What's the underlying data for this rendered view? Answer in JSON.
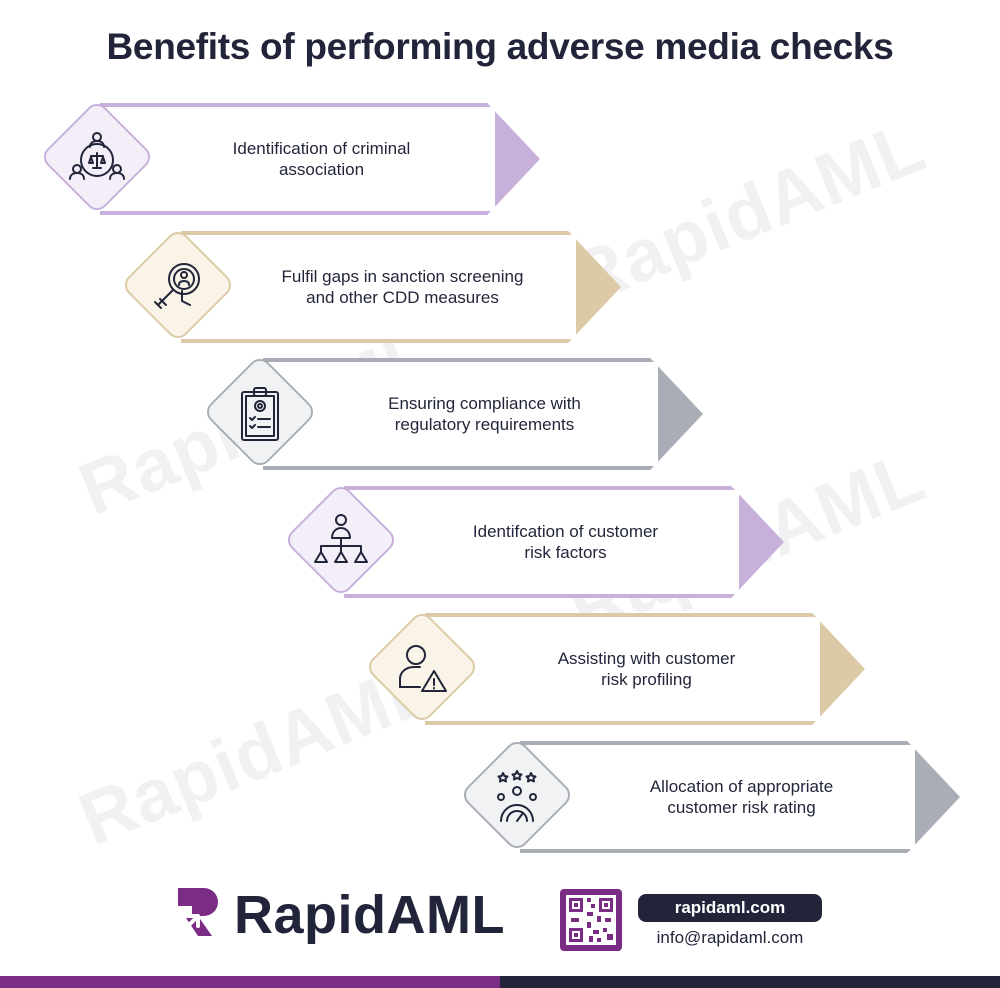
{
  "title": "Benefits of performing adverse media checks",
  "watermark_text": "RapidAML",
  "benefits": [
    {
      "line1": "Identification of criminal",
      "line2": "association",
      "icon": "criminal-association-icon",
      "color": "purple"
    },
    {
      "line1": "Fulfil gaps in sanction screening",
      "line2": "and other CDD measures",
      "icon": "sanction-screening-icon",
      "color": "tan"
    },
    {
      "line1": "Ensuring compliance with",
      "line2": "regulatory requirements",
      "icon": "compliance-clipboard-icon",
      "color": "grey"
    },
    {
      "line1": "Identifcation of customer",
      "line2": "risk factors",
      "icon": "risk-hierarchy-icon",
      "color": "purple"
    },
    {
      "line1": "Assisting with customer",
      "line2": "risk profiling",
      "icon": "user-warning-icon",
      "color": "tan"
    },
    {
      "line1": "Allocation of appropriate",
      "line2": "customer risk rating",
      "icon": "risk-rating-gauge-icon",
      "color": "grey"
    }
  ],
  "footer": {
    "brand": "RapidAML",
    "url": "rapidaml.com",
    "email": "info@rapidaml.com"
  },
  "colors": {
    "purple": "#c7b0d9",
    "tan": "#dccaa6",
    "grey": "#a9adb6",
    "brand_purple": "#7b2d85",
    "navy": "#22253a"
  }
}
